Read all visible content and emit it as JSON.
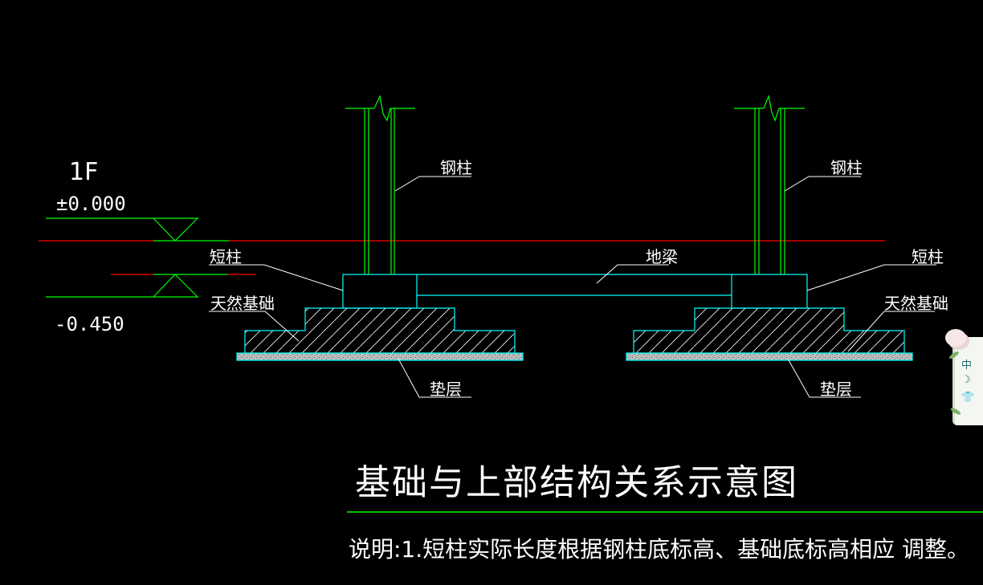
{
  "drawing": {
    "floor_label": "1F",
    "elevation_top": "±0.000",
    "elevation_bottom": "-0.450",
    "labels": {
      "steel_column_left": "钢柱",
      "steel_column_right": "钢柱",
      "short_column_left": "短柱",
      "short_column_right": "短柱",
      "ground_beam": "地梁",
      "natural_foundation_left": "天然基础",
      "natural_foundation_right": "天然基础",
      "cushion_left": "垫层",
      "cushion_right": "垫层"
    },
    "title": "基础与上部结构关系示意图",
    "note": "说明:1.短柱实际长度根据钢柱底标高、基础底标高相应 调整。",
    "colors": {
      "background": "#000000",
      "column": "#00ff00",
      "foundation": "#00ffff",
      "level_line": "#ff0000",
      "text": "#ffffff",
      "cushion_fill": "#c0c0c0"
    }
  },
  "widget": {
    "items": [
      "中",
      "☽",
      "👕"
    ]
  }
}
